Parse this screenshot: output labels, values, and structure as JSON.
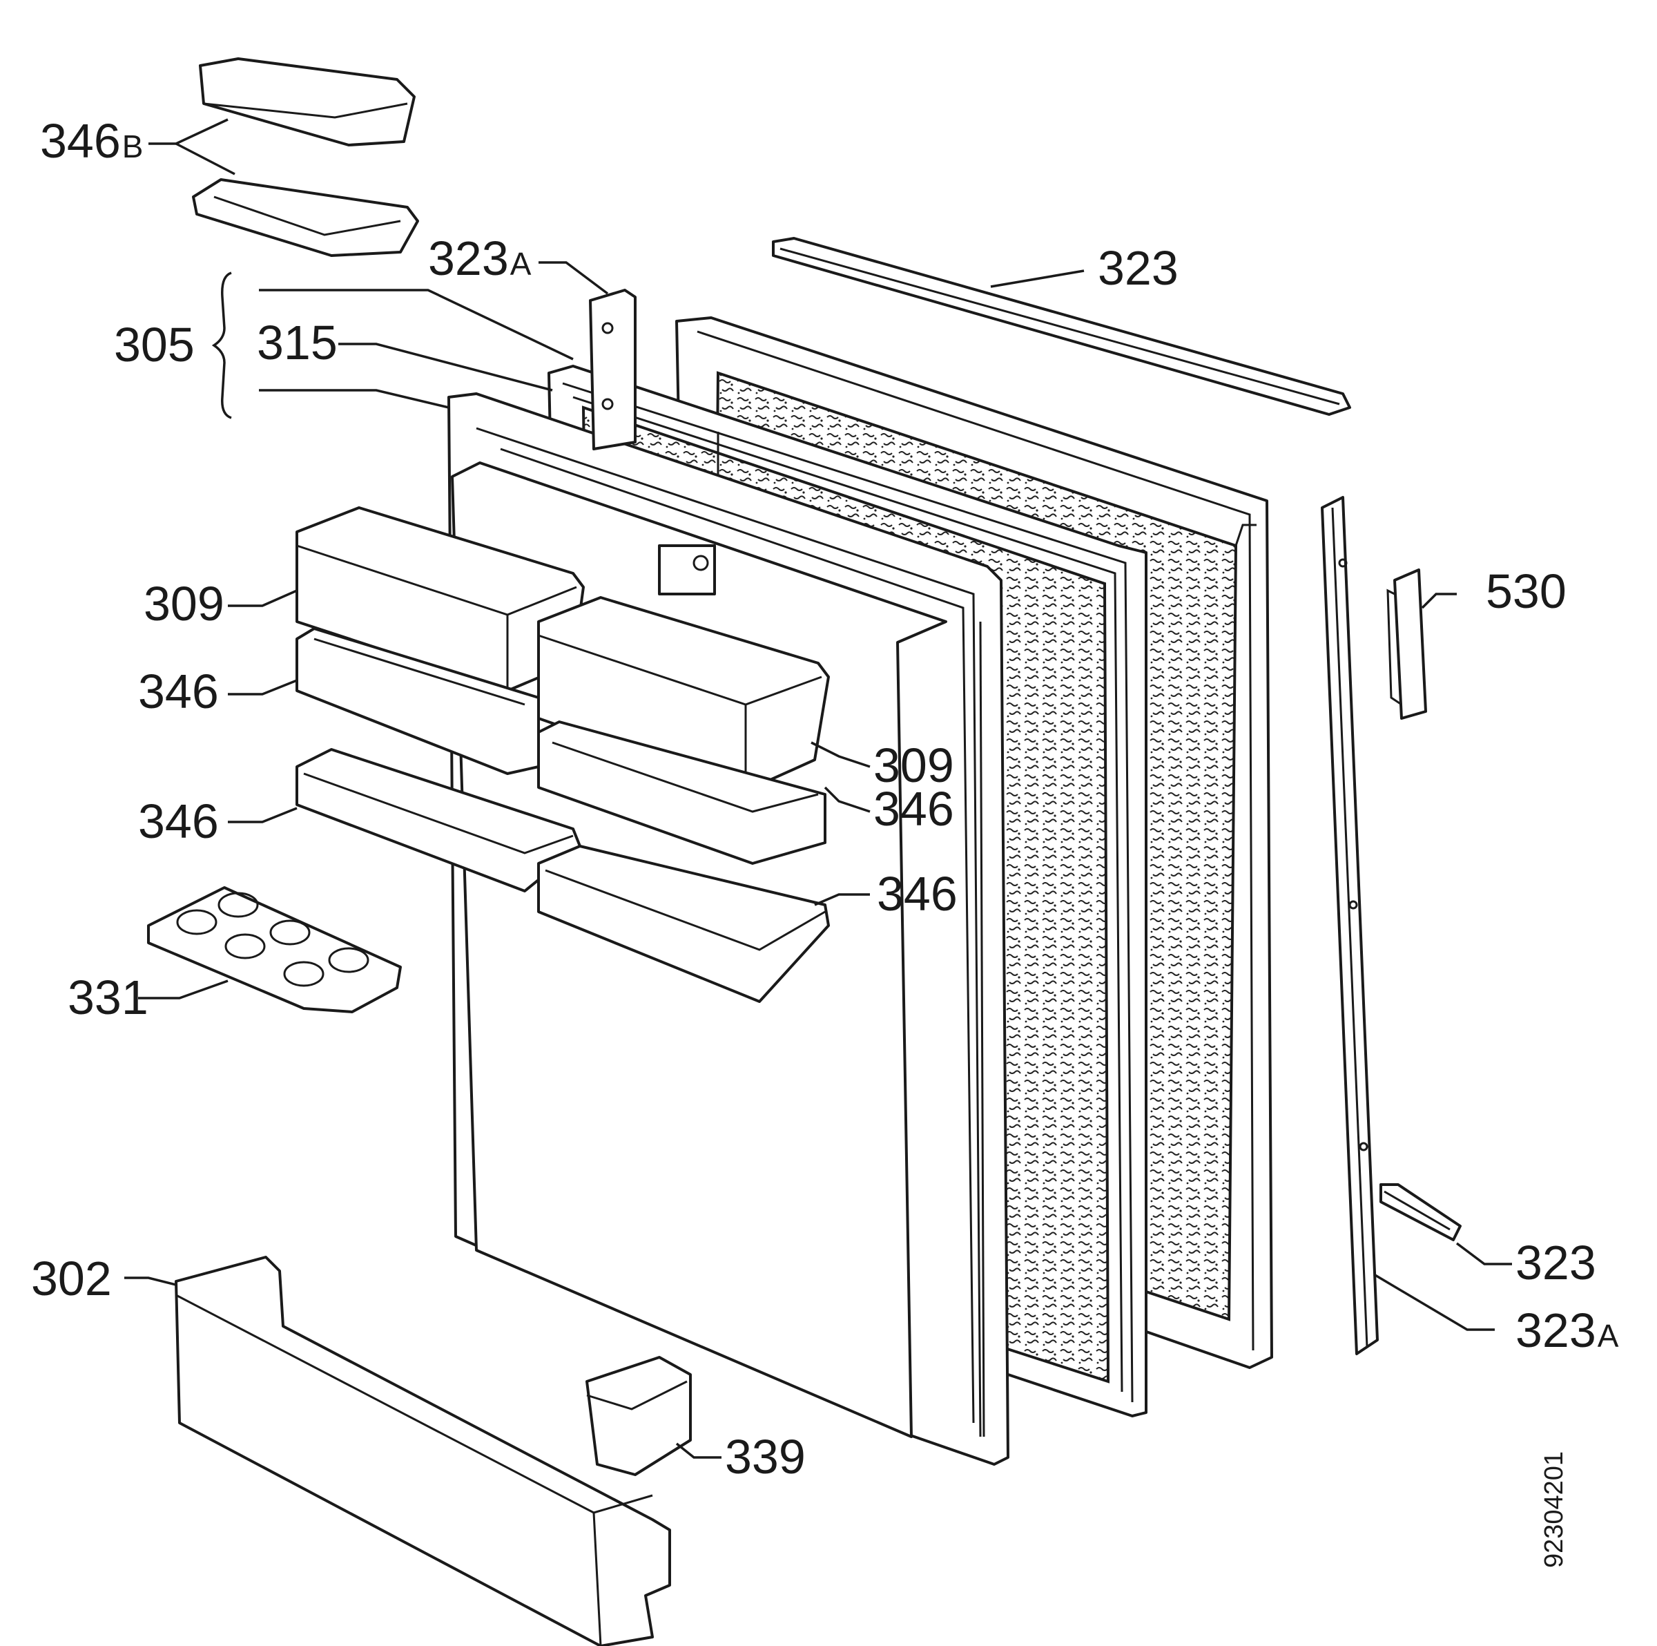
{
  "labels": {
    "p346b": {
      "main": "346",
      "suffix": "B"
    },
    "p323a_top": {
      "main": "323",
      "suffix": "A"
    },
    "p323_top": "323",
    "p305": "305",
    "p315": "315",
    "p309_left": "309",
    "p346_1": "346",
    "p346_2": "346",
    "p331": "331",
    "p530": "530",
    "p309_right": "309",
    "p346_3": "346",
    "p346_4": "346",
    "p323_bottom": "323",
    "p323a_bottom": {
      "main": "323",
      "suffix": "A"
    },
    "p302": "302",
    "p339": "339"
  },
  "drawing_ref": "92304201"
}
